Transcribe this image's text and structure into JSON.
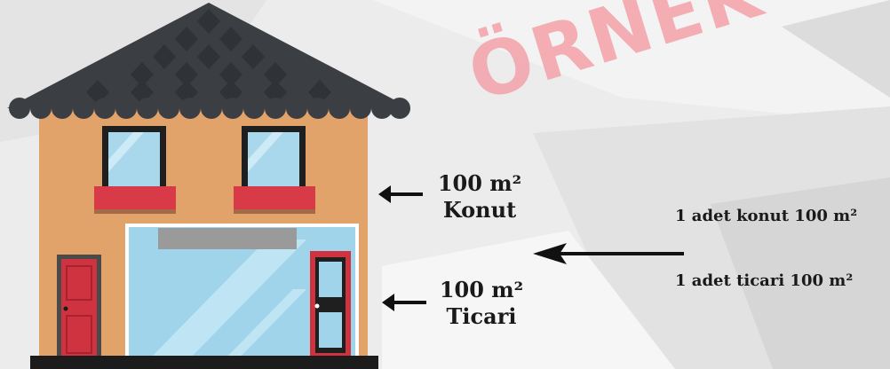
{
  "watermark": "ÖRNEK",
  "labels": {
    "top_area": "100 m²",
    "top_type": "Konut",
    "bottom_area": "100 m²",
    "bottom_type": "Ticari",
    "right_line1": "1 adet konut 100 m²",
    "right_line2": "1 adet ticari 100 m²"
  },
  "colors": {
    "wall": "#e2a36a",
    "roof": "#3b3e42",
    "window_glass": "#a9d8ec",
    "window_box": "#d93a48",
    "door": "#cf3340",
    "shop_glass": "#9fd4ea",
    "sign": "#9a9a9a",
    "watermark": "#f3a6ad"
  },
  "icons": [
    "arrow-left-icon"
  ]
}
